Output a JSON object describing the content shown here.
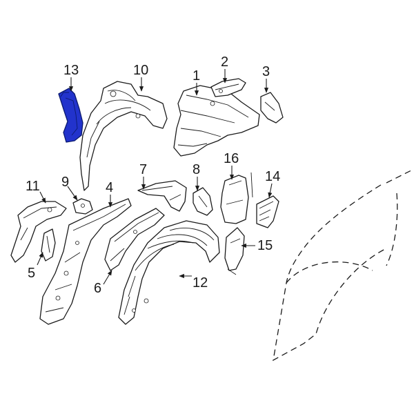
{
  "diagram": {
    "highlight_color": "#2233cc",
    "callouts": [
      {
        "id": "1",
        "label": "1"
      },
      {
        "id": "2",
        "label": "2"
      },
      {
        "id": "3",
        "label": "3"
      },
      {
        "id": "4",
        "label": "4"
      },
      {
        "id": "5",
        "label": "5"
      },
      {
        "id": "6",
        "label": "6"
      },
      {
        "id": "7",
        "label": "7"
      },
      {
        "id": "8",
        "label": "8"
      },
      {
        "id": "9",
        "label": "9"
      },
      {
        "id": "10",
        "label": "10"
      },
      {
        "id": "11",
        "label": "11"
      },
      {
        "id": "12",
        "label": "12"
      },
      {
        "id": "13",
        "label": "13"
      },
      {
        "id": "14",
        "label": "14"
      },
      {
        "id": "15",
        "label": "15"
      },
      {
        "id": "16",
        "label": "16"
      }
    ]
  }
}
